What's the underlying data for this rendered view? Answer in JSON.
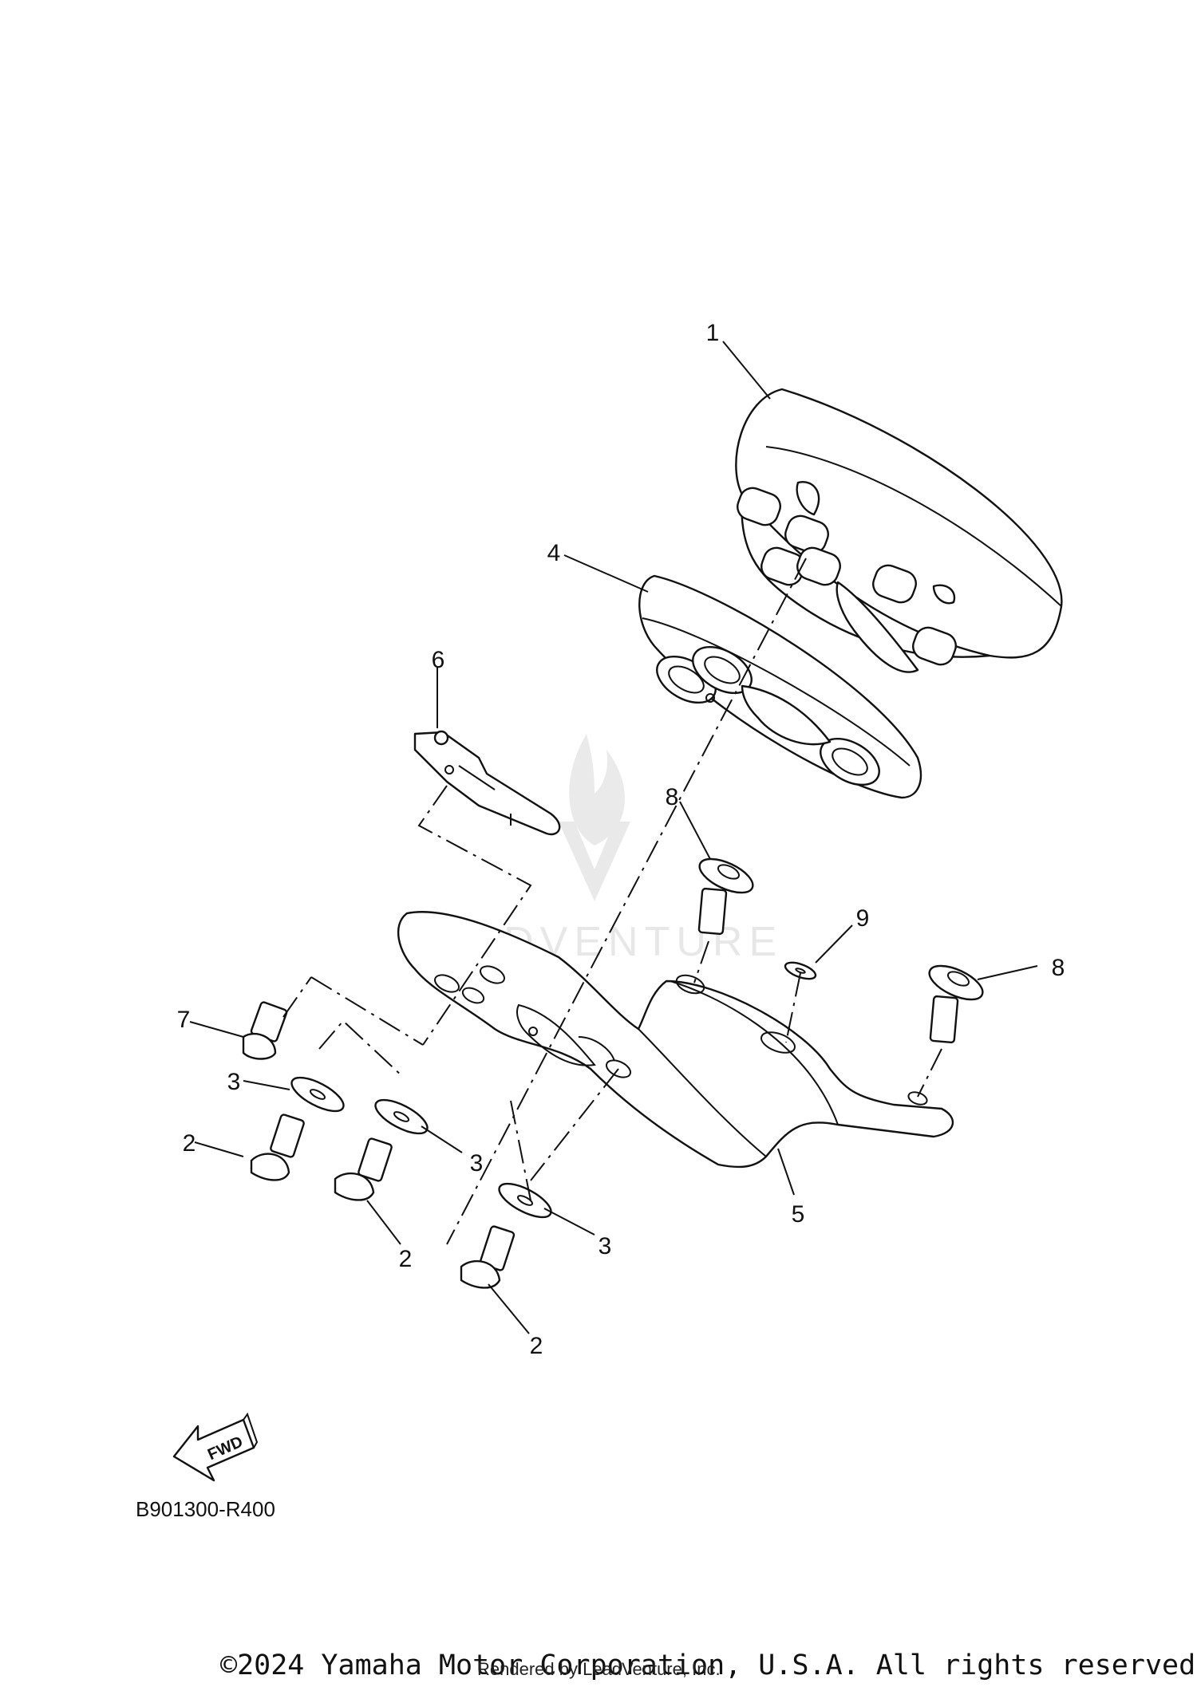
{
  "diagram": {
    "callouts": [
      {
        "label": "1"
      },
      {
        "label": "4"
      },
      {
        "label": "6"
      },
      {
        "label": "8"
      },
      {
        "label": "9"
      },
      {
        "label": "8"
      },
      {
        "label": "7"
      },
      {
        "label": "3"
      },
      {
        "label": "3"
      },
      {
        "label": "2"
      },
      {
        "label": "2"
      },
      {
        "label": "3"
      },
      {
        "label": "2"
      },
      {
        "label": "5"
      }
    ],
    "fwd_label": "FWD",
    "watermark": "LEADVENTURE",
    "code": "B901300-R400"
  },
  "footer": {
    "copyright": "©2024 Yamaha Motor Corporation, U.S.A. All rights reserved.",
    "rendered_by": "Rendered by LeadVenture, Inc."
  }
}
